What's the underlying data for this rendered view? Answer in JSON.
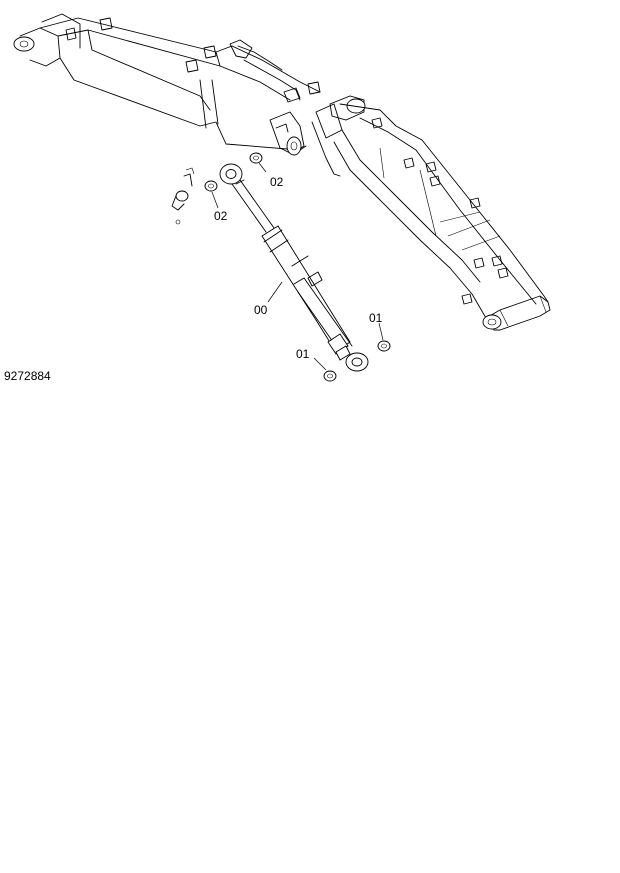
{
  "drawing_number": "9272884",
  "callouts": {
    "cylinder": "00",
    "bushing_rod_end_top": "01",
    "bushing_rod_end_bottom": "01",
    "bushing_head_end_right": "02",
    "bushing_head_end_left": "02"
  }
}
